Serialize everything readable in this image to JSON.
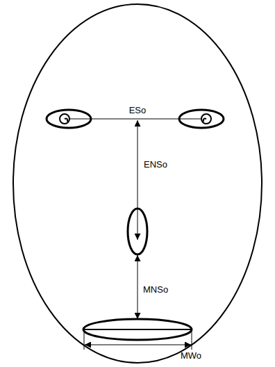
{
  "diagram": {
    "labels": [
      "ESo",
      "ENSo",
      "MNSo",
      "MWo"
    ]
  }
}
